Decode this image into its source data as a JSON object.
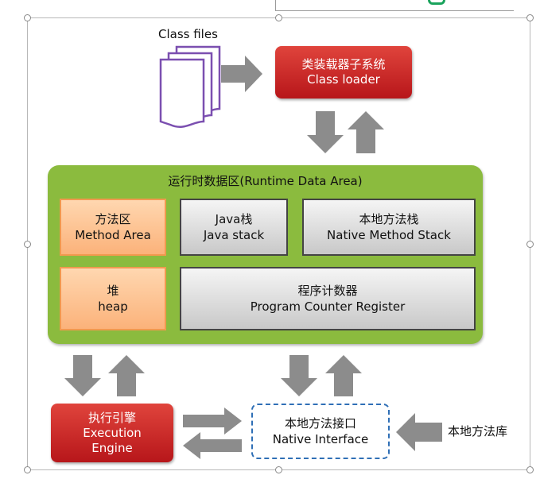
{
  "class_files": {
    "label": "Class files"
  },
  "class_loader": {
    "zh": "类装载器子系统",
    "en": "Class loader"
  },
  "runtime_area": {
    "title": "运行时数据区(Runtime Data Area)",
    "method_area": {
      "zh": "方法区",
      "en": "Method Area"
    },
    "java_stack": {
      "zh": "Java栈",
      "en": "Java stack"
    },
    "native_stack": {
      "zh": "本地方法栈",
      "en": "Native Method Stack"
    },
    "heap": {
      "zh": "堆",
      "en": "heap"
    },
    "pc_register": {
      "zh": "程序计数器",
      "en": "Program Counter Register"
    }
  },
  "execution_engine": {
    "zh": "执行引擎",
    "en1": "Execution",
    "en2": "Engine"
  },
  "native_interface": {
    "zh": "本地方法接口",
    "en": "Native Interface"
  },
  "native_library": {
    "label": "本地方法库"
  },
  "colors": {
    "red": "#c4201f",
    "green": "#8bbb3e",
    "orange": "#fbb27a",
    "gray": "#d6d6d6",
    "arrow": "#8c8c8c",
    "dash": "#2f6fb6",
    "doc": "#7b4fb0"
  }
}
